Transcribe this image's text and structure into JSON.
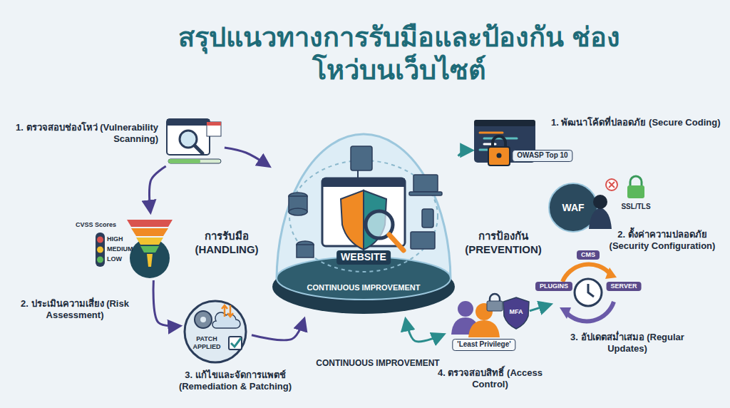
{
  "diagram": {
    "title": "สรุปแนวทางการรับมือและป้องกัน ช่องโหว่บนเว็บไซต์",
    "nodes": [
      {
        "text": [
          "WEBSITE",
          "CONTINUOUS IMPROVEMENT"
        ]
      },
      {
        "text": [
          "1. ตรวจสอบช่องโหว่ (Vulnerability Scanning)"
        ]
      },
      {
        "text": [
          "CVSS Scores",
          "HIGH",
          "MEDIUM",
          "LOW",
          "2. ประเมินความเสี่ยง (Risk Assessment)"
        ]
      },
      {
        "text": [
          "PATCH APPLIED",
          "3. แก้ไขและจัดการแพตช์ (Remediation & Patching)"
        ]
      },
      {
        "text": [
          "OWASP Top 10",
          "1. พัฒนาโค้ดที่ปลอดภัย (Secure Coding)"
        ]
      },
      {
        "text": [
          "WAF",
          "SSL/TLS",
          "2. ตั้งค่าความปลอดภัย (Security Configuration)"
        ]
      },
      {
        "text": [
          "CMS",
          "PLUGINS",
          "SERVER",
          "3. อัปเดตสม่ำเสมอ (Regular Updates)"
        ]
      },
      {
        "text": [
          "MFA",
          "'Least Privilege'",
          "4. ตรวจสอบสิทธิ์ (Access Control)"
        ]
      }
    ],
    "edges": [
      {
        "from": 1,
        "to": 0,
        "arrow": "to"
      },
      {
        "from": 1,
        "to": 2,
        "arrow": "to"
      },
      {
        "from": 2,
        "to": 3,
        "arrow": "to"
      },
      {
        "from": 3,
        "to": 0,
        "arrow": "to"
      },
      {
        "from": 0,
        "to": 4,
        "arrow": "to"
      },
      {
        "from": 7,
        "to": 6,
        "arrow": "to"
      },
      {
        "from": 0,
        "to": 7,
        "arrow": "both"
      }
    ],
    "labels": [
      "การรับมือ (HANDLING)",
      "การป้องกัน (PREVENTION)",
      "CONTINUOUS IMPROVEMENT"
    ]
  }
}
